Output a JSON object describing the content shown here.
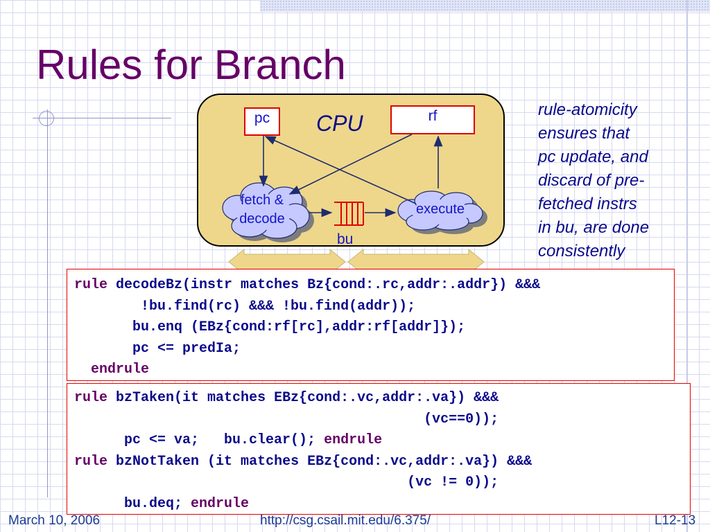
{
  "title": "Rules for Branch",
  "diagram": {
    "cpu_label": "CPU",
    "pc_label": "pc",
    "rf_label": "rf",
    "fetch_decode_line1": "fetch &",
    "fetch_decode_line2": "decode",
    "execute_label": "execute",
    "bu_label": "bu"
  },
  "side_note": {
    "lines": [
      "rule-atomicity",
      "ensures that",
      "pc update, and",
      "discard of pre-",
      "fetched instrs",
      "in bu, are done",
      "consistently"
    ]
  },
  "code_box_1": {
    "l1_kw": "rule",
    "l1_rest": "decodeBz(instr matches Bz{cond:.rc,addr:.addr}) &&&",
    "l2": "        !bu.find(rc) &&& !bu.find(addr));",
    "l3": "       bu.enq (EBz{cond:rf[rc],addr:rf[addr]});",
    "l4": "       pc <= predIa;",
    "l5_indent": "  ",
    "l5_kw": "endrule"
  },
  "code_box_2": {
    "l1_kw": "rule",
    "l1_rest": "bzTaken(it matches EBz{cond:.vc,addr:.va}) &&&",
    "l2": "                                          (vc==0));",
    "l3_pre": "      pc <= va;   bu.clear(); ",
    "l3_kw": "endrule",
    "l4_kw": "rule",
    "l4_rest": "bzNotTaken (it matches EBz{cond:.vc,addr:.va}) &&&",
    "l5": "                                        (vc != 0));",
    "l6_pre": "      bu.deq; ",
    "l6_kw": "endrule"
  },
  "footer": {
    "date": "March 10, 2006",
    "url": "http://csg.csail.mit.edu/6.375/",
    "slide_number": "L12-13"
  },
  "colors": {
    "title": "#660066",
    "text_blue": "#0a0a8c",
    "box_border": "#e00000",
    "cpu_fill": "#eed78a",
    "cloud_fill": "#c6c9ff",
    "fifo_red": "#e00000",
    "bus_fill": "#eed78a"
  }
}
